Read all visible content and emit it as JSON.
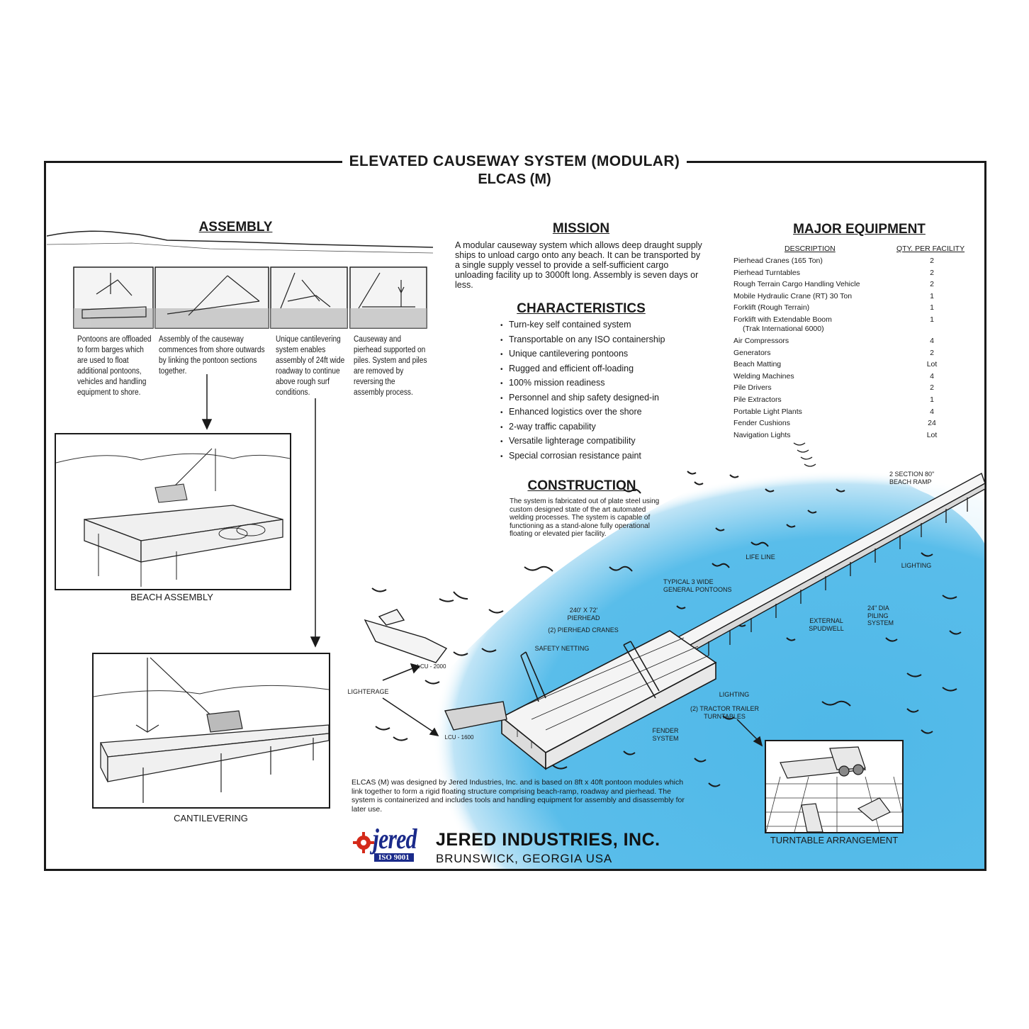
{
  "header": {
    "title": "ELEVATED CAUSEWAY SYSTEM (MODULAR)",
    "subtitle": "ELCAS (M)"
  },
  "assembly": {
    "heading": "ASSEMBLY",
    "steps": [
      "Pontoons are offloaded to form barges which are used to float additional pontoons, vehicles and handling equipment to shore.",
      "Assembly of the causeway commences from shore outwards by linking the pontoon sections together.",
      "Unique cantilevering system enables assembly of 24ft wide roadway to continue above rough surf conditions.",
      "Causeway and pierhead supported on piles. System and piles are removed by reversing the assembly process."
    ],
    "beach_caption": "BEACH ASSEMBLY",
    "cantilever_caption": "CANTILEVERING"
  },
  "mission": {
    "heading": "MISSION",
    "text": "A modular causeway system which allows deep draught supply ships to unload cargo onto any beach. It can be transported by a single supply vessel to provide a self-sufficient cargo unloading facility up to 3000ft long. Assembly is seven days or less."
  },
  "characteristics": {
    "heading": "CHARACTERISTICS",
    "items": [
      "Turn-key self contained system",
      "Transportable on any ISO containership",
      "Unique cantilevering pontoons",
      "Rugged and efficient off-loading",
      "100% mission readiness",
      "Personnel and ship safety designed-in",
      "Enhanced logistics over the shore",
      "2-way traffic capability",
      "Versatile lighterage compatibility",
      "Special corrosian resistance paint"
    ]
  },
  "construction": {
    "heading": "CONSTRUCTION",
    "text": "The system is fabricated out of plate steel using custom designed state of the art automated welding processes. The system is capable of functioning as a stand-alone fully operational floating or elevated pier facility."
  },
  "equipment": {
    "heading": "MAJOR EQUIPMENT",
    "col_desc": "DESCRIPTION",
    "col_qty": "QTY. PER FACILITY",
    "rows": [
      {
        "desc": "Pierhead Cranes (165 Ton)",
        "qty": "2"
      },
      {
        "desc": "Pierhead Turntables",
        "qty": "2"
      },
      {
        "desc": "Rough Terrain Cargo Handling Vehicle",
        "qty": "2"
      },
      {
        "desc": "Mobile Hydraulic Crane (RT) 30 Ton",
        "qty": "1"
      },
      {
        "desc": "Forklift (Rough Terrain)",
        "qty": "1"
      },
      {
        "desc": "Forklift with Extendable Boom",
        "qty": "1"
      },
      {
        "desc": "(Trak International 6000)",
        "qty": ""
      },
      {
        "desc": "Air Compressors",
        "qty": "4"
      },
      {
        "desc": "Generators",
        "qty": "2"
      },
      {
        "desc": "Beach Matting",
        "qty": "Lot"
      },
      {
        "desc": "Welding Machines",
        "qty": "4"
      },
      {
        "desc": "Pile Drivers",
        "qty": "2"
      },
      {
        "desc": "Pile Extractors",
        "qty": "1"
      },
      {
        "desc": "Portable Light Plants",
        "qty": "4"
      },
      {
        "desc": "Fender Cushions",
        "qty": "24"
      },
      {
        "desc": "Navigation Lights",
        "qty": "Lot"
      }
    ]
  },
  "diagram_labels": {
    "beach_ramp": "2 SECTION 80\" BEACH RAMP",
    "life_line": "LIFE LINE",
    "lighting_top": "LIGHTING",
    "pontoons": "TYPICAL 3 WIDE GENERAL PONTOONS",
    "spudwell": "EXTERNAL SPUDWELL",
    "piling": "24\" DIA PILING SYSTEM",
    "pierhead": "240' X 72' PIERHEAD",
    "cranes": "(2) PIERHEAD CRANES",
    "netting": "SAFETY NETTING",
    "lighting_bottom": "LIGHTING",
    "turntables": "(2) TRACTOR TRAILER TURNTABLES",
    "fender": "FENDER SYSTEM",
    "lighterage": "LIGHTERAGE",
    "lcu2000": "LCU - 2000",
    "lcu1600": "LCU - 1600",
    "turntable_caption": "TURNTABLE ARRANGEMENT"
  },
  "footer": {
    "note": "ELCAS (M) was designed by Jered Industries, Inc. and is based on 8ft x 40ft pontoon modules which link together to form a rigid floating structure comprising beach-ramp, roadway and pierhead. The system is containerized and includes tools and handling equipment for assembly and disassembly for later use.",
    "logo_word": "jered",
    "iso": "ISO 9001",
    "company": "JERED INDUSTRIES, INC.",
    "city": "BRUNSWICK, GEORGIA USA"
  },
  "colors": {
    "sea": "#4fb8e8",
    "ink": "#1a1a1a",
    "brand": "#1a2a8a",
    "logo_gear": "#d42a1a"
  }
}
